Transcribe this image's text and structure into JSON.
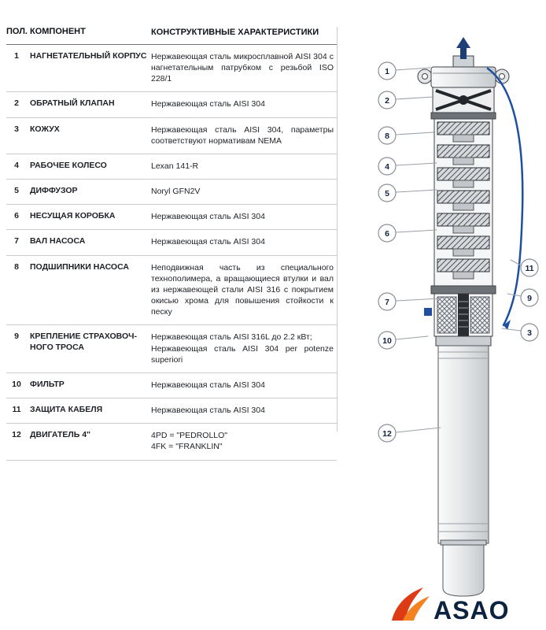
{
  "table": {
    "headers": {
      "pos": "ПОЛ.",
      "component": "КОМПОНЕНТ",
      "characteristics": "КОНСТРУКТИВНЫЕ ХАРАКТЕРИСТИКИ"
    },
    "rows": [
      {
        "pos": "1",
        "component": "НАГНЕТАТЕЛЬНЫЙ КОРПУС",
        "characteristics": "Нержавеющая сталь микросплавной AISI 304 с нагнетательным патрубком с резьбой ISO 228/1"
      },
      {
        "pos": "2",
        "component": "ОБРАТНЫЙ КЛАПАН",
        "characteristics": "Нержавеющая сталь AISI 304"
      },
      {
        "pos": "3",
        "component": "КОЖУХ",
        "characteristics": "Нержавеющая сталь AISI 304, параметры соответствуют нормативам NEMA"
      },
      {
        "pos": "4",
        "component": "РАБОЧЕЕ КОЛЕСО",
        "characteristics": "Lexan 141-R"
      },
      {
        "pos": "5",
        "component": "ДИФФУЗОР",
        "characteristics": "Noryl GFN2V"
      },
      {
        "pos": "6",
        "component": "НЕСУЩАЯ КОРОБКА",
        "characteristics": "Нержавеющая сталь AISI 304"
      },
      {
        "pos": "7",
        "component": "ВАЛ НАСОСА",
        "characteristics": "Нержавеющая сталь AISI 304"
      },
      {
        "pos": "8",
        "component": "ПОДШИПНИКИ НАСОСА",
        "characteristics": "Неподвижная часть из специального технополимера, а вращающиеся втулки и вал из нержавеющей стали AISI 316 с покрытием окисью хрома для повышения стойкости к песку"
      },
      {
        "pos": "9",
        "component": "КРЕПЛЕНИЕ СТРАХОВОЧ-\nНОГО ТРОСА",
        "characteristics": "Нержавеющая сталь AISI 316L до 2.2 кВт;\nНержавеющая сталь AISI 304 per potenze superiori"
      },
      {
        "pos": "10",
        "component": "ФИЛЬТР",
        "characteristics": "Нержавеющая сталь AISI 304"
      },
      {
        "pos": "11",
        "component": "ЗАЩИТА КАБЕЛЯ",
        "characteristics": "Нержавеющая сталь AISI 304"
      },
      {
        "pos": "12",
        "component": "ДВИГАТЕЛЬ 4\"",
        "characteristics": "4PD = \"PEDROLLO\"\n4FK = \"FRANKLIN\""
      }
    ]
  },
  "diagram": {
    "callouts": [
      "1",
      "2",
      "8",
      "4",
      "5",
      "6",
      "7",
      "10",
      "12",
      "11",
      "9",
      "3"
    ],
    "accent_blue": "#1e4fa3"
  },
  "logo": {
    "text": "ASAO",
    "swoosh_orange": "#f58220",
    "swoosh_red": "#dd3b16"
  }
}
